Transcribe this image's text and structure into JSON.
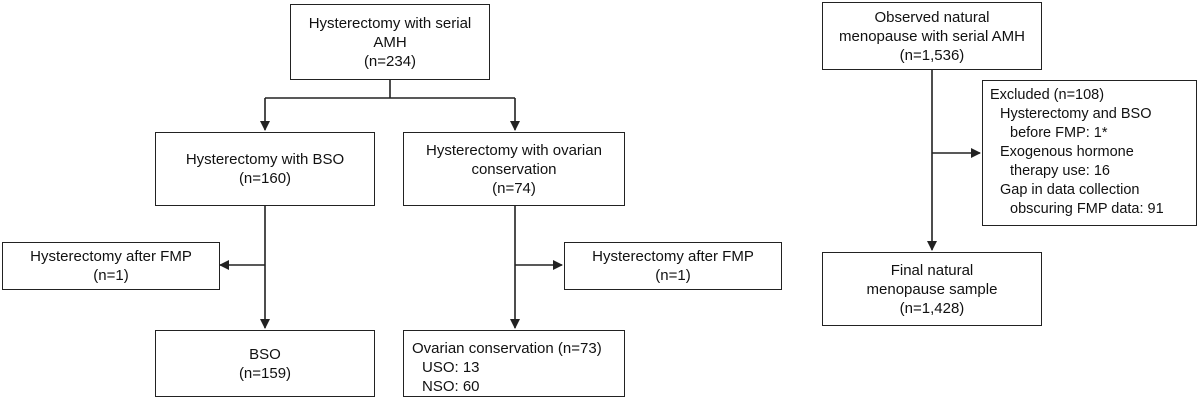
{
  "left_flow": {
    "top": [
      "Hysterectomy with serial",
      "AMH",
      "(n=234)"
    ],
    "bso": [
      "Hysterectomy with BSO",
      "(n=160)"
    ],
    "ovarian": [
      "Hysterectomy with ovarian",
      "conservation",
      "(n=74)"
    ],
    "bso_excluded": [
      "Hysterectomy after FMP",
      "(n=1)"
    ],
    "ovarian_excluded": [
      "Hysterectomy after FMP",
      "(n=1)"
    ],
    "bso_final": [
      "BSO",
      "(n=159)"
    ],
    "ovarian_final": [
      "Ovarian conservation (n=73)",
      "USO: 13",
      "NSO: 60"
    ]
  },
  "right_flow": {
    "top": [
      "Observed natural",
      "menopause with serial AMH",
      "(n=1,536)"
    ],
    "excluded": [
      "Excluded (n=108)",
      "Hysterectomy and BSO",
      "before FMP: 1*",
      "Exogenous hormone",
      "therapy use: 16",
      "Gap in data collection",
      "obscuring FMP data: 91"
    ],
    "final": [
      "Final natural",
      "menopause sample",
      "(n=1,428)"
    ]
  }
}
